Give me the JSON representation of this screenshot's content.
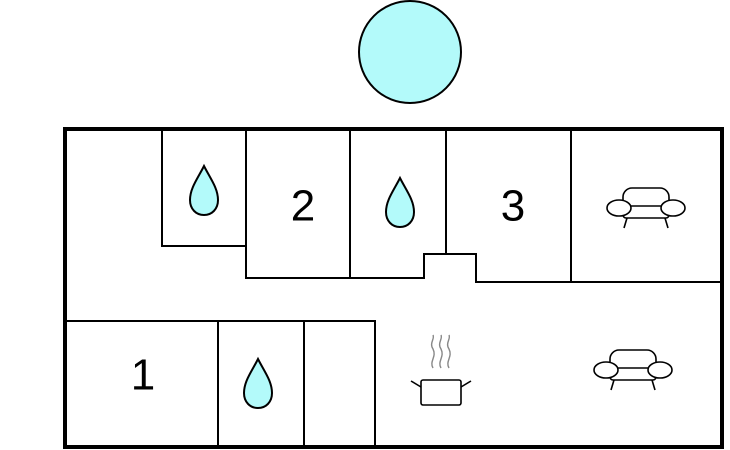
{
  "colors": {
    "pool": "#b3fafa",
    "water": "#b3fafa",
    "wall": "#000000",
    "background": "#ffffff"
  },
  "rooms": [
    {
      "label": "1",
      "type": "bedroom"
    },
    {
      "label": "2",
      "type": "bedroom"
    },
    {
      "label": "3",
      "type": "bedroom"
    }
  ],
  "icons": [
    {
      "name": "pool-icon"
    },
    {
      "name": "bathroom-icon"
    },
    {
      "name": "living-room-icon"
    },
    {
      "name": "kitchen-icon"
    }
  ]
}
